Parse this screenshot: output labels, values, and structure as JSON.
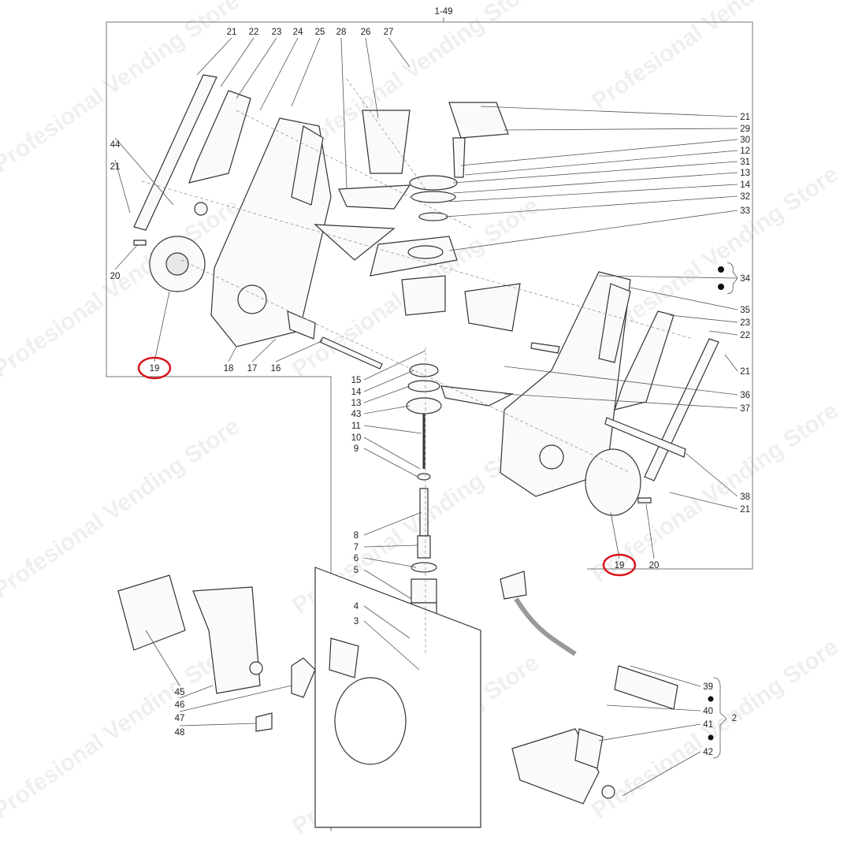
{
  "diagram": {
    "reference": "1-49",
    "watermark": "Profesional Vending Store",
    "highlight_color": "#d9141b",
    "labels": [
      "21",
      "22",
      "23",
      "24",
      "25",
      "28",
      "26",
      "27",
      "21",
      "29",
      "30",
      "12",
      "31",
      "13",
      "14",
      "32",
      "33",
      "34",
      "35",
      "23",
      "22",
      "21",
      "36",
      "37",
      "38",
      "21",
      "44",
      "21",
      "20",
      "19",
      "18",
      "17",
      "16",
      "15",
      "14",
      "13",
      "43",
      "11",
      "10",
      "9",
      "8",
      "7",
      "6",
      "5",
      "4",
      "3",
      "19",
      "20",
      "45",
      "46",
      "47",
      "48",
      "39",
      "40",
      "41",
      "2",
      "42"
    ],
    "highlighted_part": "19"
  }
}
